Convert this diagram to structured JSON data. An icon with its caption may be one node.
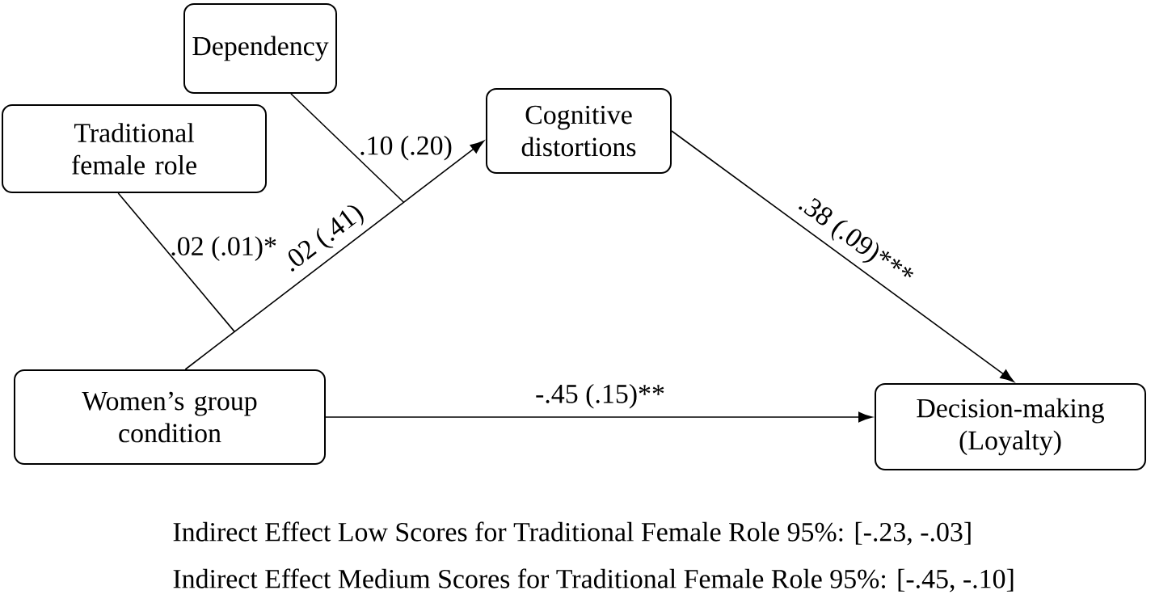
{
  "diagram": {
    "nodes": [
      {
        "text": [
          "Dependency"
        ]
      },
      {
        "text": [
          "Traditional female role"
        ]
      },
      {
        "text": [
          "Cognitive distortions"
        ]
      },
      {
        "text": [
          "Women’s group condition"
        ]
      },
      {
        "text": [
          "Decision-making (Loyalty)"
        ]
      }
    ],
    "edges": [
      {
        "from": 3,
        "to": 2,
        "arrow": "to",
        "label": ".02 (.41)"
      },
      {
        "from": 2,
        "to": 4,
        "arrow": "to",
        "label": ".38 (.09)***"
      },
      {
        "from": 3,
        "to": 4,
        "arrow": "to",
        "label": "-.45 (.15)**"
      },
      {
        "from": 1,
        "to": null,
        "arrow": "none",
        "label": ".02 (.01)*"
      },
      {
        "from": 0,
        "to": null,
        "arrow": "none",
        "label": ".10 (.20)"
      }
    ],
    "labels": [
      "Indirect Effect Low Scores for Traditional Female Role 95%: [-.23, -.03]",
      "Indirect Effect Medium Scores for Traditional Female Role 95%: [-.45, -.10]"
    ]
  }
}
